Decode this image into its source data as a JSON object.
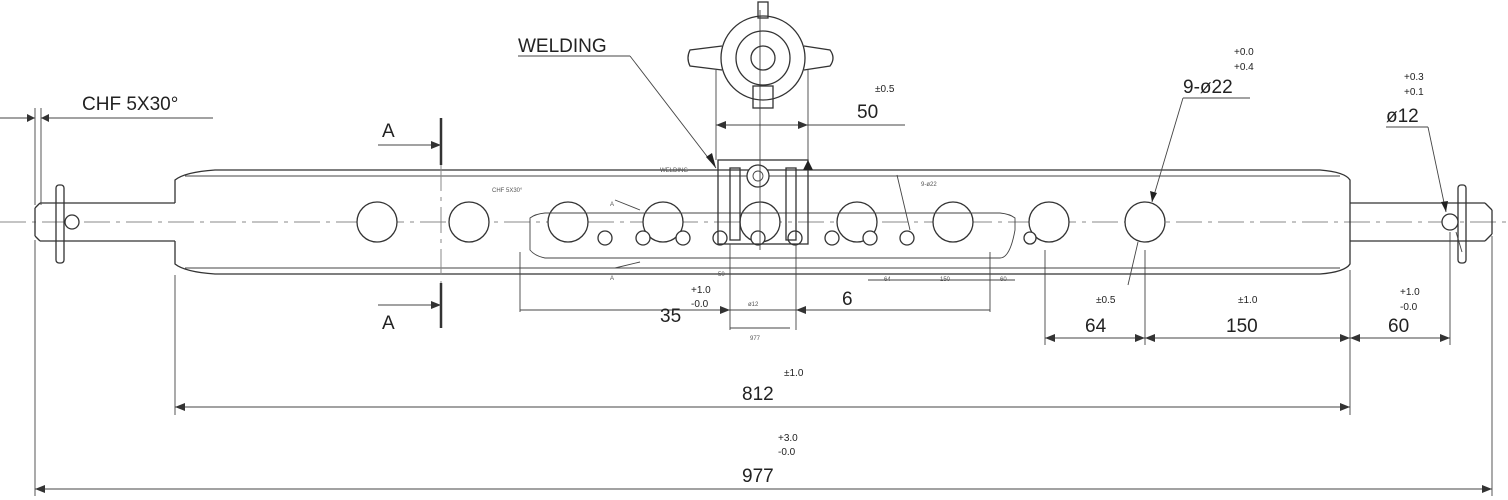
{
  "labels": {
    "welding": "WELDING",
    "chamfer": "CHF 5X30°",
    "section_a_top": "A",
    "section_a_bottom": "A",
    "holes": "9-ø22",
    "holes_tol_upper": "+0.0",
    "holes_tol_lower": "+0.4",
    "pin_hole": "ø12",
    "pin_tol_upper": "+0.3",
    "pin_tol_lower": "+0.1"
  },
  "dimensions": {
    "d50": "50",
    "d50_tol": "±0.5",
    "d64": "64",
    "d64_tol": "±0.5",
    "d150": "150",
    "d150_tol": "±1.0",
    "d60": "60",
    "d60_tol_upper": "+1.0",
    "d60_tol_lower": "-0.0",
    "d812": "812",
    "d812_tol": "±1.0",
    "d977": "977",
    "d977_tol_upper": "+3.0",
    "d977_tol_lower": "-0.0",
    "d35": "35",
    "d35_tol_upper": "+1.0",
    "d35_tol_lower": "-0.0",
    "d6": "6"
  },
  "inset": {
    "welding": "WELDING",
    "chamfer": "CHF 5X30°",
    "a1": "A",
    "a2": "A",
    "d64": "64",
    "d150": "150",
    "d60": "60",
    "d50": "50",
    "d12": "ø12",
    "d977": "977",
    "d22": "9-ø22"
  }
}
